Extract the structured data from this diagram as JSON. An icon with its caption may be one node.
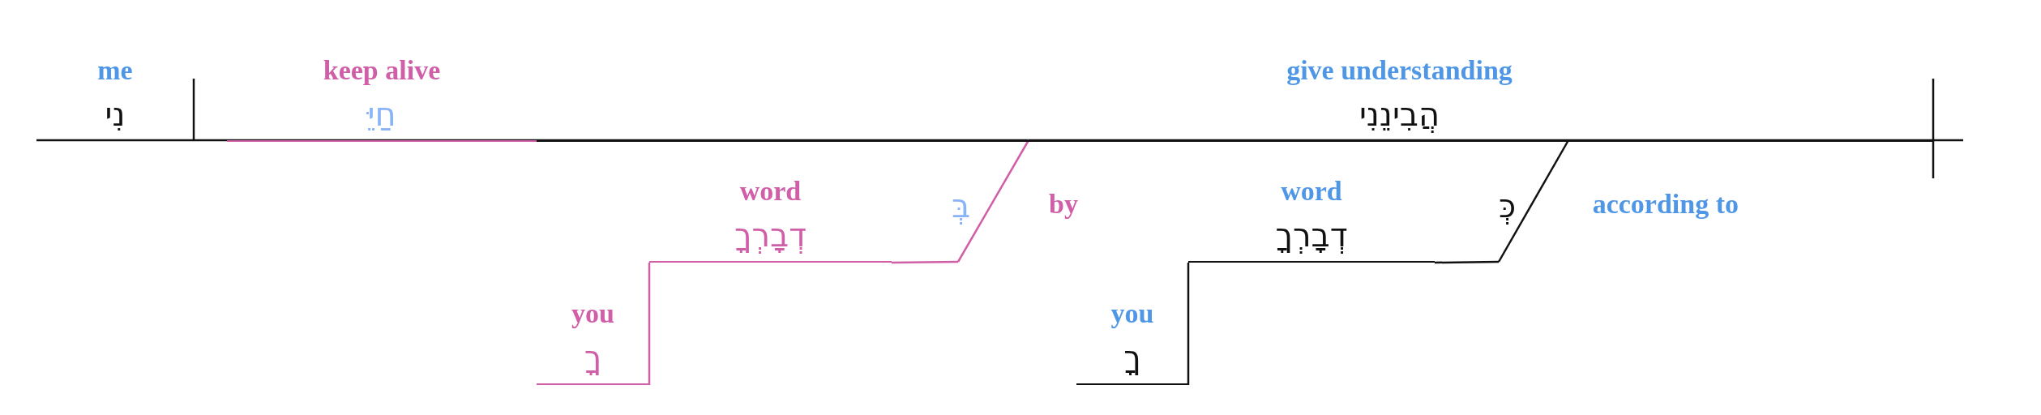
{
  "diagram": {
    "nodes": [
      {
        "text": [
          "me",
          "נִי"
        ]
      },
      {
        "text": [
          "keep alive",
          "חַיֵּ"
        ]
      },
      {
        "text": [
          "give understanding",
          "הֲבִינֵנִי"
        ]
      },
      {
        "text": [
          "word",
          "דְבָרְךָ"
        ]
      },
      {
        "text": [
          "you",
          "ךָ"
        ]
      },
      {
        "text": [
          "by",
          "בְּ"
        ]
      },
      {
        "text": [
          "word",
          "דְבָרְךָ"
        ]
      },
      {
        "text": [
          "you",
          "ךָ"
        ]
      },
      {
        "text": [
          "according to",
          "כְּ"
        ]
      }
    ],
    "edges": [
      {
        "from": 5,
        "to": 2,
        "arrow": "none",
        "color": "#d05fa8"
      },
      {
        "from": 5,
        "to": 3,
        "arrow": "none",
        "color": "#d05fa8"
      },
      {
        "from": 3,
        "to": 4,
        "arrow": "none",
        "color": "#d05fa8"
      },
      {
        "from": 8,
        "to": 2,
        "arrow": "none",
        "color": "#111111"
      },
      {
        "from": 8,
        "to": 6,
        "arrow": "none",
        "color": "#111111"
      },
      {
        "from": 6,
        "to": 7,
        "arrow": "none",
        "color": "#111111"
      }
    ]
  }
}
